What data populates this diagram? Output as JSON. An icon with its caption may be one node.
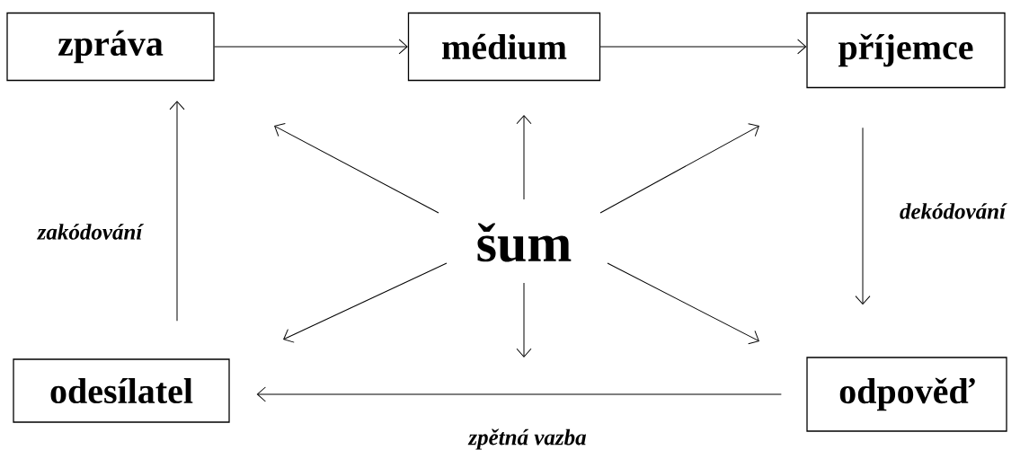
{
  "diagram": {
    "nodes": [
      {
        "text": [
          "zpráva"
        ]
      },
      {
        "text": [
          "médium"
        ]
      },
      {
        "text": [
          "příjemce"
        ]
      },
      {
        "text": [
          "šum"
        ]
      },
      {
        "text": [
          "odesílatel"
        ]
      },
      {
        "text": [
          "odpověď"
        ]
      }
    ],
    "edges": [
      {
        "from": 0,
        "to": 1,
        "arrow": "to"
      },
      {
        "from": 1,
        "to": 2,
        "arrow": "to"
      },
      {
        "from": 2,
        "to": 5,
        "arrow": "to",
        "label": "dekódování"
      },
      {
        "from": 5,
        "to": 4,
        "arrow": "to",
        "label": "zpětná vazba"
      },
      {
        "from": 4,
        "to": 0,
        "arrow": "to",
        "label": "zakódování"
      },
      {
        "from": 3,
        "to": null,
        "arrow": "to"
      },
      {
        "from": 3,
        "to": null,
        "arrow": "to"
      },
      {
        "from": 3,
        "to": null,
        "arrow": "to"
      },
      {
        "from": 3,
        "to": null,
        "arrow": "to"
      },
      {
        "from": 3,
        "to": null,
        "arrow": "to"
      },
      {
        "from": 3,
        "to": null,
        "arrow": "to"
      }
    ]
  }
}
